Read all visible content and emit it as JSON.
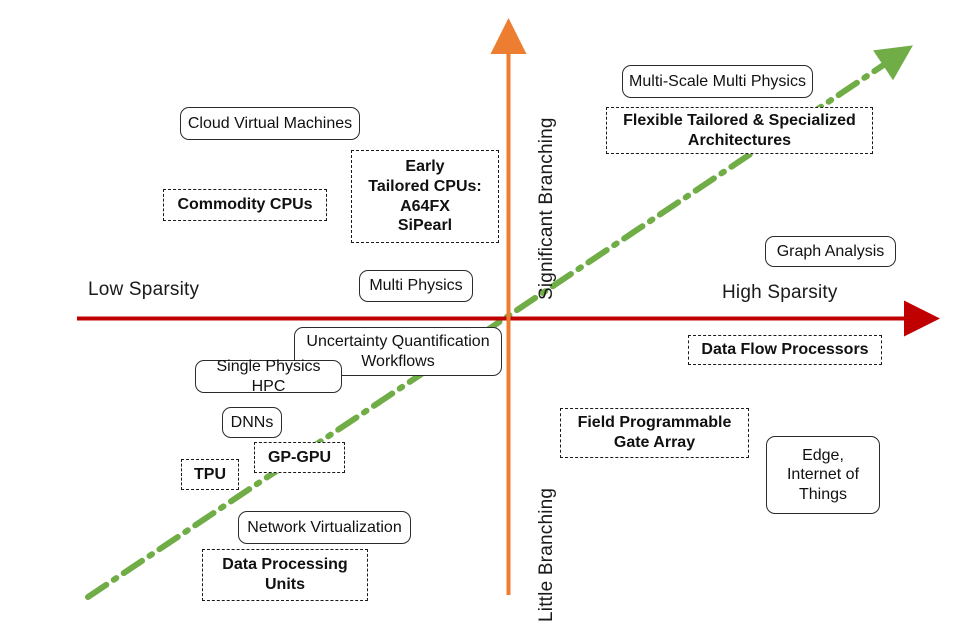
{
  "figure": {
    "type": "quadrant-diagram",
    "title": "",
    "background_color": "#ffffff"
  },
  "axes": {
    "horizontal": {
      "name": "sparsity-axis",
      "color": "#C00000",
      "left_label": "Low Sparsity",
      "right_label": "High  Sparsity",
      "arrow_direction": "right"
    },
    "vertical": {
      "name": "branching-axis",
      "color": "#ED7D31",
      "top_label": "Significant Branching",
      "bottom_label": "Little Branching",
      "arrow_direction": "up"
    },
    "trend": {
      "name": "trend-arrow",
      "color": "#70AD47",
      "style": "dash-dot",
      "direction": "up-right",
      "from": "lower-left",
      "to": "upper-right"
    }
  },
  "nodes": [
    {
      "id": "cloud-virtual-machines",
      "label": "Cloud Virtual Machines",
      "style": "solid",
      "quadrant": "upper-left"
    },
    {
      "id": "commodity-cpus",
      "label": "Commodity CPUs",
      "style": "dashed",
      "quadrant": "upper-left"
    },
    {
      "id": "early-tailored-cpus",
      "label": "Early\nTailored CPUs:\nA64FX\nSiPearl",
      "style": "dashed",
      "quadrant": "upper-left"
    },
    {
      "id": "multi-physics",
      "label": "Multi Physics",
      "style": "solid",
      "quadrant": "upper-left"
    },
    {
      "id": "multi-scale-multi-physics",
      "label": "Multi-Scale Multi Physics",
      "style": "solid",
      "quadrant": "upper-right"
    },
    {
      "id": "flexible-tailored-specialized-architectures",
      "label": "Flexible Tailored & Specialized\nArchitectures",
      "style": "dashed",
      "quadrant": "upper-right"
    },
    {
      "id": "graph-analysis",
      "label": "Graph Analysis",
      "style": "solid",
      "quadrant": "upper-right"
    },
    {
      "id": "uncertainty-quantification-workflows",
      "label": "Uncertainty Quantification\nWorkflows",
      "style": "solid",
      "quadrant": "lower-left"
    },
    {
      "id": "single-physics-hpc",
      "label": "Single Physics HPC",
      "style": "solid",
      "quadrant": "lower-left"
    },
    {
      "id": "dnns",
      "label": "DNNs",
      "style": "solid",
      "quadrant": "lower-left"
    },
    {
      "id": "gp-gpu",
      "label": "GP-GPU",
      "style": "dashed",
      "quadrant": "lower-left"
    },
    {
      "id": "tpu",
      "label": "TPU",
      "style": "dashed",
      "quadrant": "lower-left"
    },
    {
      "id": "network-virtualization",
      "label": "Network Virtualization",
      "style": "solid",
      "quadrant": "lower-left"
    },
    {
      "id": "data-processing-units",
      "label": "Data Processing\nUnits",
      "style": "dashed",
      "quadrant": "lower-left"
    },
    {
      "id": "data-flow-processors",
      "label": "Data Flow Processors",
      "style": "dashed",
      "quadrant": "lower-right"
    },
    {
      "id": "field-programmable-gate-array",
      "label": "Field Programmable\nGate Array",
      "style": "dashed",
      "quadrant": "lower-right"
    },
    {
      "id": "edge-internet-of-things",
      "label": "Edge,\nInternet of\nThings",
      "style": "solid",
      "quadrant": "lower-right"
    }
  ]
}
